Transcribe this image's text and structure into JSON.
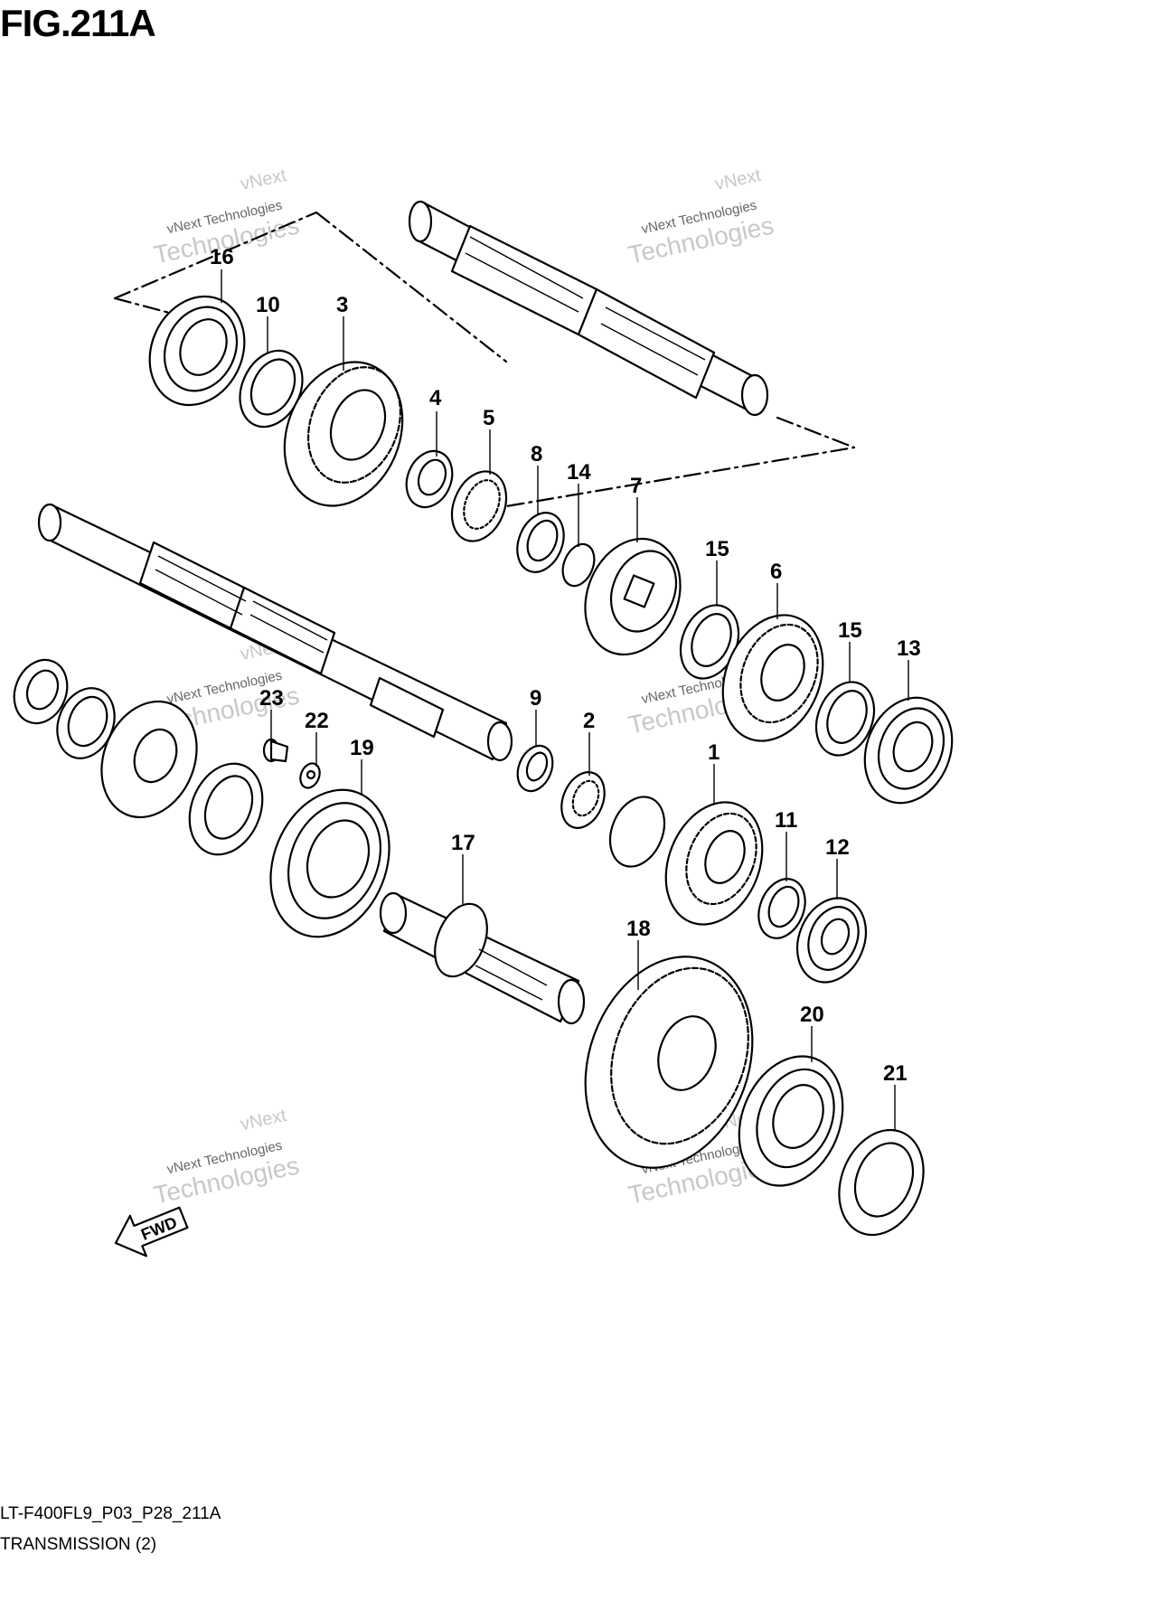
{
  "figure": {
    "title": "FIG.211A",
    "code": "LT-F400FL9_P03_P28_211A",
    "name": "TRANSMISSION (2)"
  },
  "watermark": {
    "line1": "vNext",
    "line2": "vNext Technologies",
    "line3": "Technologies"
  },
  "fwd_label": "FWD",
  "callouts": [
    "16",
    "10",
    "3",
    "4",
    "5",
    "8",
    "14",
    "7",
    "15",
    "6",
    "15",
    "13",
    "23",
    "22",
    "19",
    "9",
    "2",
    "1",
    "11",
    "12",
    "17",
    "18",
    "20",
    "21"
  ]
}
